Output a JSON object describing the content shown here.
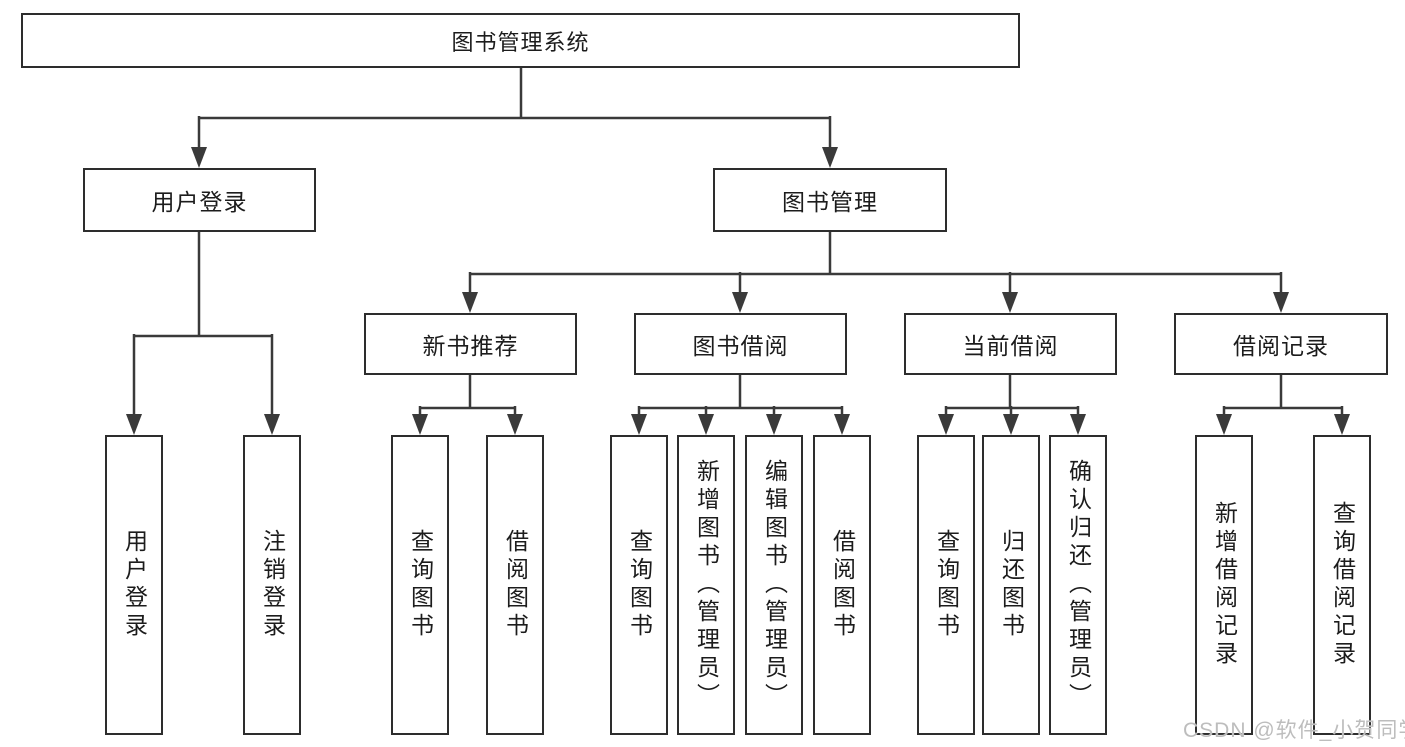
{
  "tree": {
    "label": "图书管理系统",
    "children": [
      {
        "label": "用户登录",
        "children": [
          {
            "label": "用户登录"
          },
          {
            "label": "注销登录"
          }
        ]
      },
      {
        "label": "图书管理",
        "children": [
          {
            "label": "新书推荐",
            "children": [
              {
                "label": "查询图书"
              },
              {
                "label": "借阅图书"
              }
            ]
          },
          {
            "label": "图书借阅",
            "children": [
              {
                "label": "查询图书"
              },
              {
                "label": "新增图书（管理员）"
              },
              {
                "label": "编辑图书（管理员）"
              },
              {
                "label": "借阅图书"
              }
            ]
          },
          {
            "label": "当前借阅",
            "children": [
              {
                "label": "查询图书"
              },
              {
                "label": "归还图书"
              },
              {
                "label": "确认归还（管理员）"
              }
            ]
          },
          {
            "label": "借阅记录",
            "children": [
              {
                "label": "新增借阅记录"
              },
              {
                "label": "查询借阅记录"
              }
            ]
          }
        ]
      }
    ]
  },
  "watermark": {
    "text": "CSDN @软件_小贺同学"
  },
  "colors": {
    "line": "#3a3a3a",
    "box_border": "#2d2d2d",
    "text": "#1c1c1c",
    "watermark": "#bdbdbd",
    "background": "#ffffff"
  }
}
